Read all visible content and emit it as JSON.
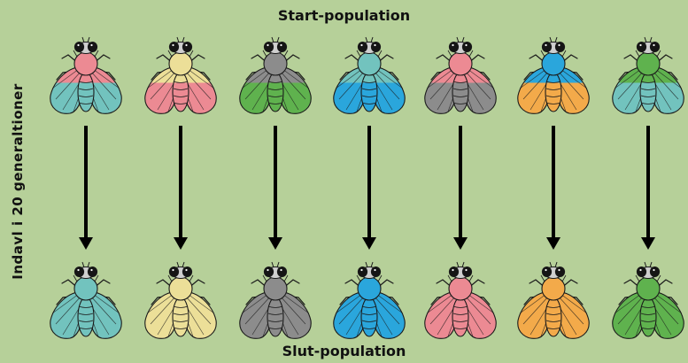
{
  "labels": {
    "start": "Start-population",
    "end": "Slut-population",
    "side": "Indavl i 20 generaltioner"
  },
  "colors": {
    "background": "#b6d099",
    "outline": "#1a1a1a",
    "arrow": "#000000",
    "palette": {
      "pink": "#ec8a93",
      "teal": "#72c3be",
      "yellow": "#ecdf98",
      "green": "#5fb24e",
      "gray": "#8c8c8c",
      "blue": "#2aa6dc",
      "orange": "#f3aa4a"
    }
  },
  "start_population": [
    {
      "top": "pink",
      "bottom": "teal"
    },
    {
      "top": "yellow",
      "bottom": "pink"
    },
    {
      "top": "gray",
      "bottom": "green"
    },
    {
      "top": "teal",
      "bottom": "blue"
    },
    {
      "top": "pink",
      "bottom": "gray"
    },
    {
      "top": "blue",
      "bottom": "orange"
    },
    {
      "top": "green",
      "bottom": "teal"
    }
  ],
  "end_population": [
    "teal",
    "yellow",
    "gray",
    "blue",
    "pink",
    "orange",
    "green"
  ]
}
